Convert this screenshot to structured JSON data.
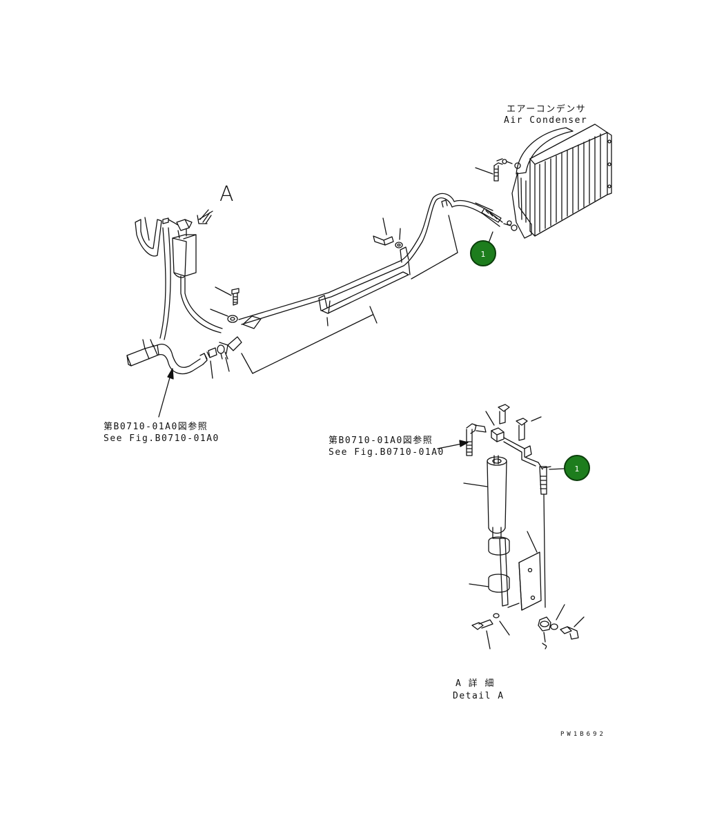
{
  "labels": {
    "condenser_jp": "エアーコンデンサ",
    "condenser_en": "Air Condenser",
    "view_marker": "A",
    "ref_left_jp": "第B0710-01A0図参照",
    "ref_left_en": "See Fig.B0710-01A0",
    "ref_right_jp": "第B0710-01A0図参照",
    "ref_right_en": "See Fig.B0710-01A0",
    "detail_jp": "A 詳 細",
    "detail_en": "Detail A",
    "drawing_no": "PW1B692"
  },
  "callouts": [
    {
      "label": "1"
    },
    {
      "label": "1"
    }
  ],
  "colors": {
    "line": "#111111",
    "badge_fill": "#1d7d1d",
    "badge_border": "#0b3d0b"
  }
}
